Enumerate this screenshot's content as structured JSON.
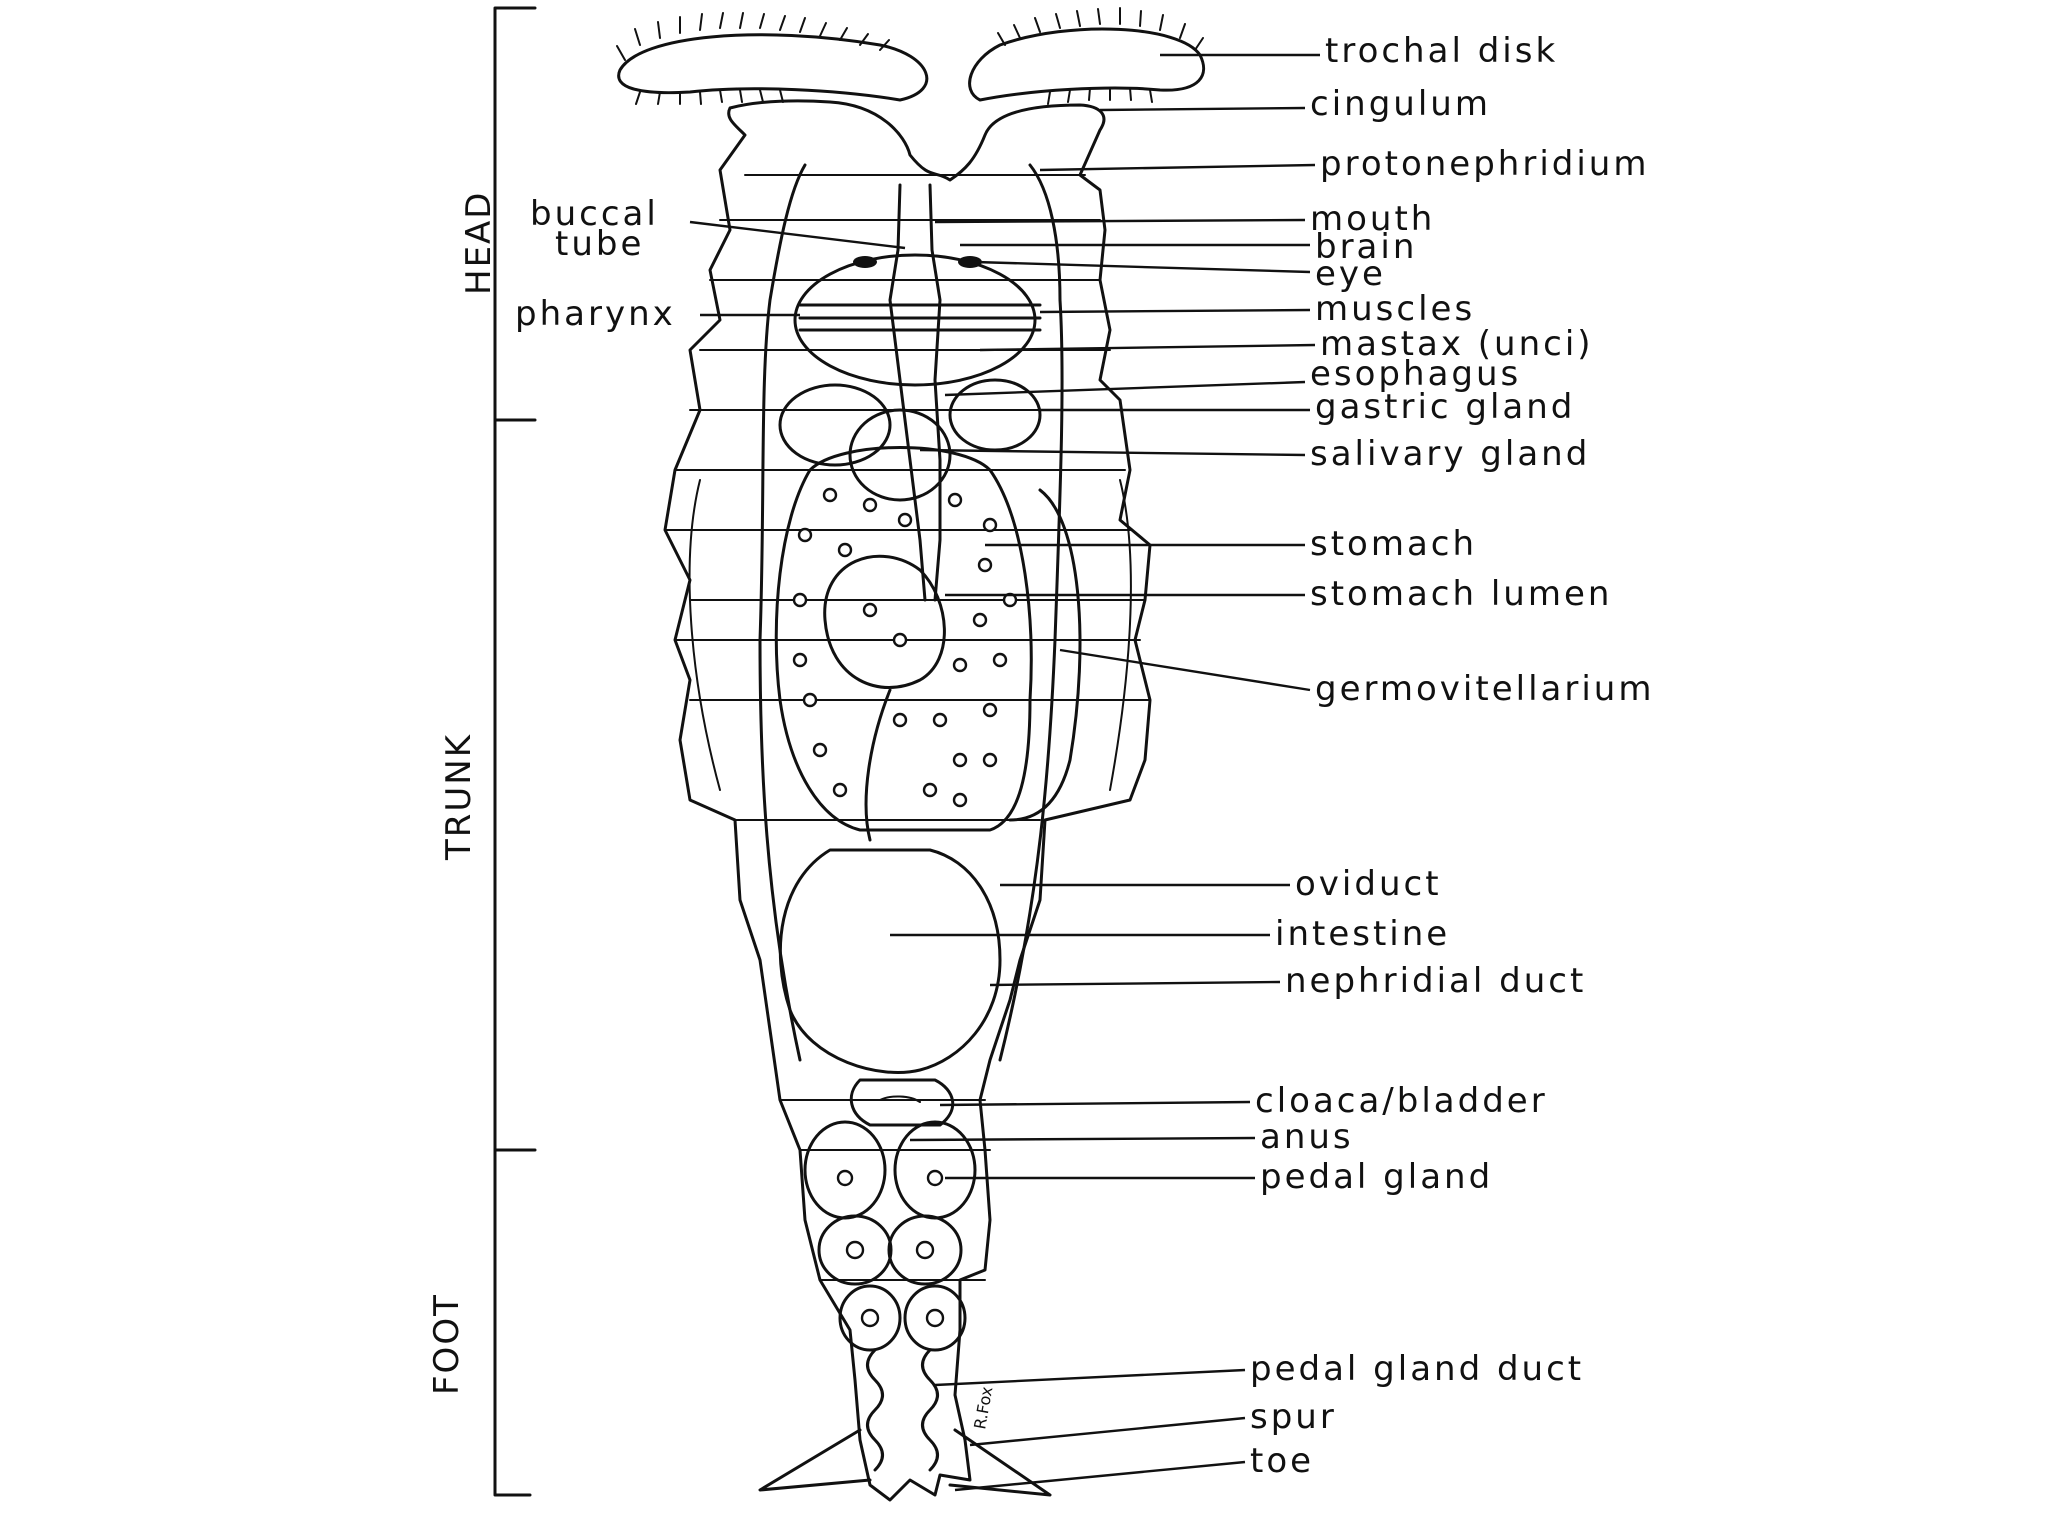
{
  "figure": {
    "regions": {
      "head": "HEAD",
      "trunk": "TRUNK",
      "foot": "FOOT"
    },
    "labels_right": {
      "trochal_disk": "trochal disk",
      "cingulum": "cingulum",
      "protonephridium": "protonephridium",
      "mouth": "mouth",
      "brain": "brain",
      "eye": "eye",
      "muscles": "muscles",
      "mastax": "mastax (unci)",
      "esophagus": "esophagus",
      "gastric_gland": "gastric gland",
      "salivary_gland": "salivary gland",
      "stomach": "stomach",
      "stomach_lumen": "stomach lumen",
      "germovitellarium": "germovitellarium",
      "oviduct": "oviduct",
      "intestine": "intestine",
      "nephridial_duct": "nephridial duct",
      "cloaca_bladder": "cloaca/bladder",
      "anus": "anus",
      "pedal_gland": "pedal gland",
      "pedal_gland_duct": "pedal gland duct",
      "spur": "spur",
      "toe": "toe"
    },
    "labels_left": {
      "buccal_tube_line1": "buccal",
      "buccal_tube_line2": "tube",
      "pharynx": "pharynx"
    },
    "signature": "R.Fox"
  }
}
